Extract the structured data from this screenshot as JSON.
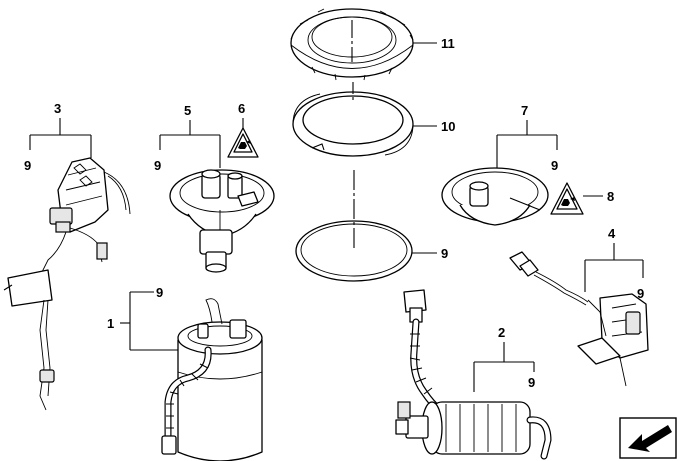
{
  "callouts": {
    "c1": "1",
    "c2": "2",
    "c3": "3",
    "c4": "4",
    "c5": "5",
    "c6": "6",
    "c7": "7",
    "c8": "8",
    "c9": "9",
    "c10": "10",
    "c11": "11"
  },
  "icons": [
    "warning-triangle-icon",
    "navigation-arrow-icon"
  ]
}
